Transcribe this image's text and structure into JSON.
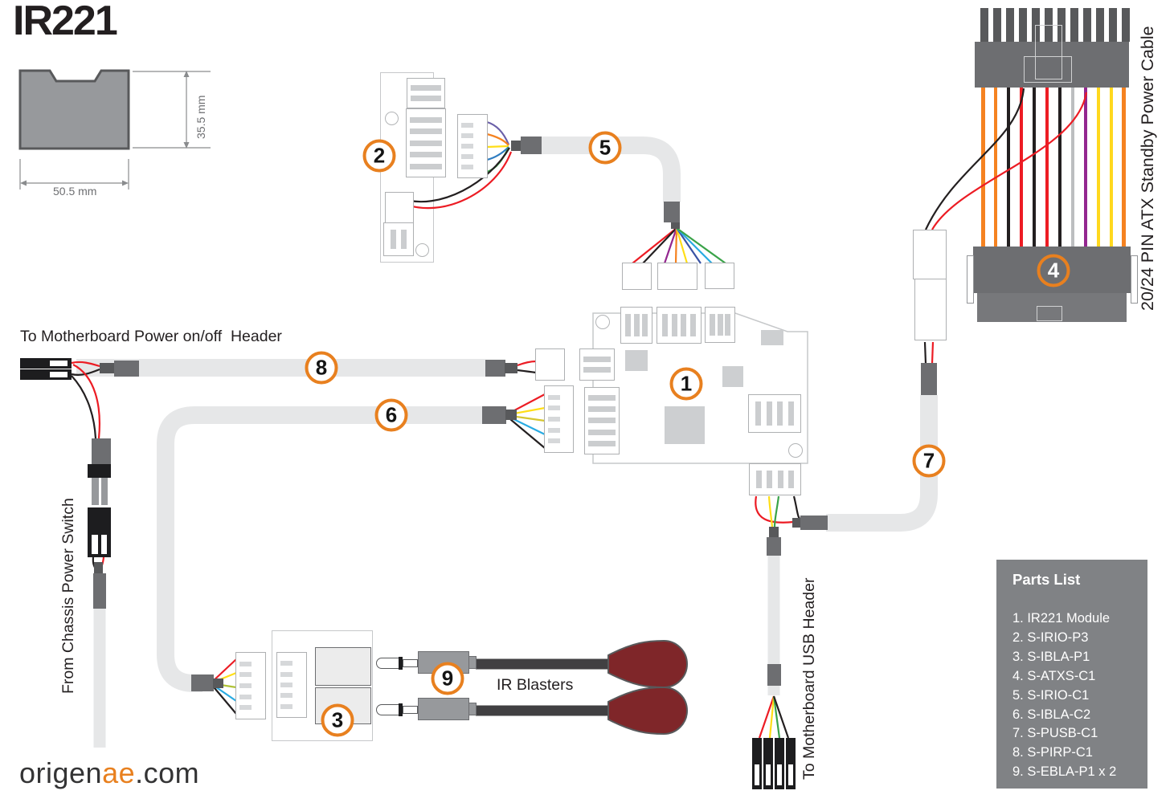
{
  "title": "IR221",
  "logo": {
    "prefix": "origen",
    "accent": "ae",
    "suffix": ".com"
  },
  "module_dimensions": {
    "height": "35.5 mm",
    "width": "50.5 mm"
  },
  "labels": {
    "power_header": "To Motherboard Power on/off  Header",
    "chassis_switch": "From Chassis Power Switch",
    "usb_header": "To Motherboard USB Header",
    "atx_cable": "20/24 PIN ATX Standby Power Cable",
    "ir_blasters": "IR Blasters"
  },
  "callouts": [
    "1",
    "2",
    "3",
    "4",
    "5",
    "6",
    "7",
    "8",
    "9"
  ],
  "parts_list": {
    "title": "Parts List",
    "items": [
      "1. IR221 Module",
      "2. S-IRIO-P3",
      "3. S-IBLA-P1",
      "4. S-ATXS-C1",
      "5. S-IRIO-C1",
      "6. S-IBLA-C2",
      "7. S-PUSB-C1",
      "8. S-PIRP-C1",
      "9. S-EBLA-P1 x 2"
    ]
  },
  "colors": {
    "accent_orange": "#E8801F",
    "cable_gray": "#E6E7E8",
    "connector_gray": "#6D6E71",
    "connector_dark": "#58595B",
    "module_gray": "#97999C",
    "ir_head_red": "#7F2629",
    "parts_box_gray": "#808285"
  },
  "atx_connector": {
    "wire_colors": [
      "#F58220",
      "#F58220",
      "#231F20",
      "#ED1C24",
      "#231F20",
      "#ED1C24",
      "#231F20",
      "#BCBEC0",
      "#93268F",
      "#FFD81E",
      "#FFD81E",
      "#F58220"
    ]
  }
}
